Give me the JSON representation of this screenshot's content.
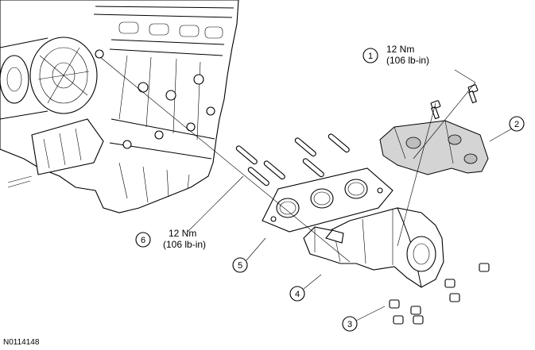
{
  "figure_id": "N0114148",
  "callouts": [
    {
      "number": "1",
      "torque_nm": "12 Nm",
      "torque_lbin": "(106 lb-in)"
    },
    {
      "number": "2"
    },
    {
      "number": "3"
    },
    {
      "number": "4"
    },
    {
      "number": "5"
    },
    {
      "number": "6",
      "torque_nm": "12 Nm",
      "torque_lbin": "(106 lb-in)"
    }
  ]
}
